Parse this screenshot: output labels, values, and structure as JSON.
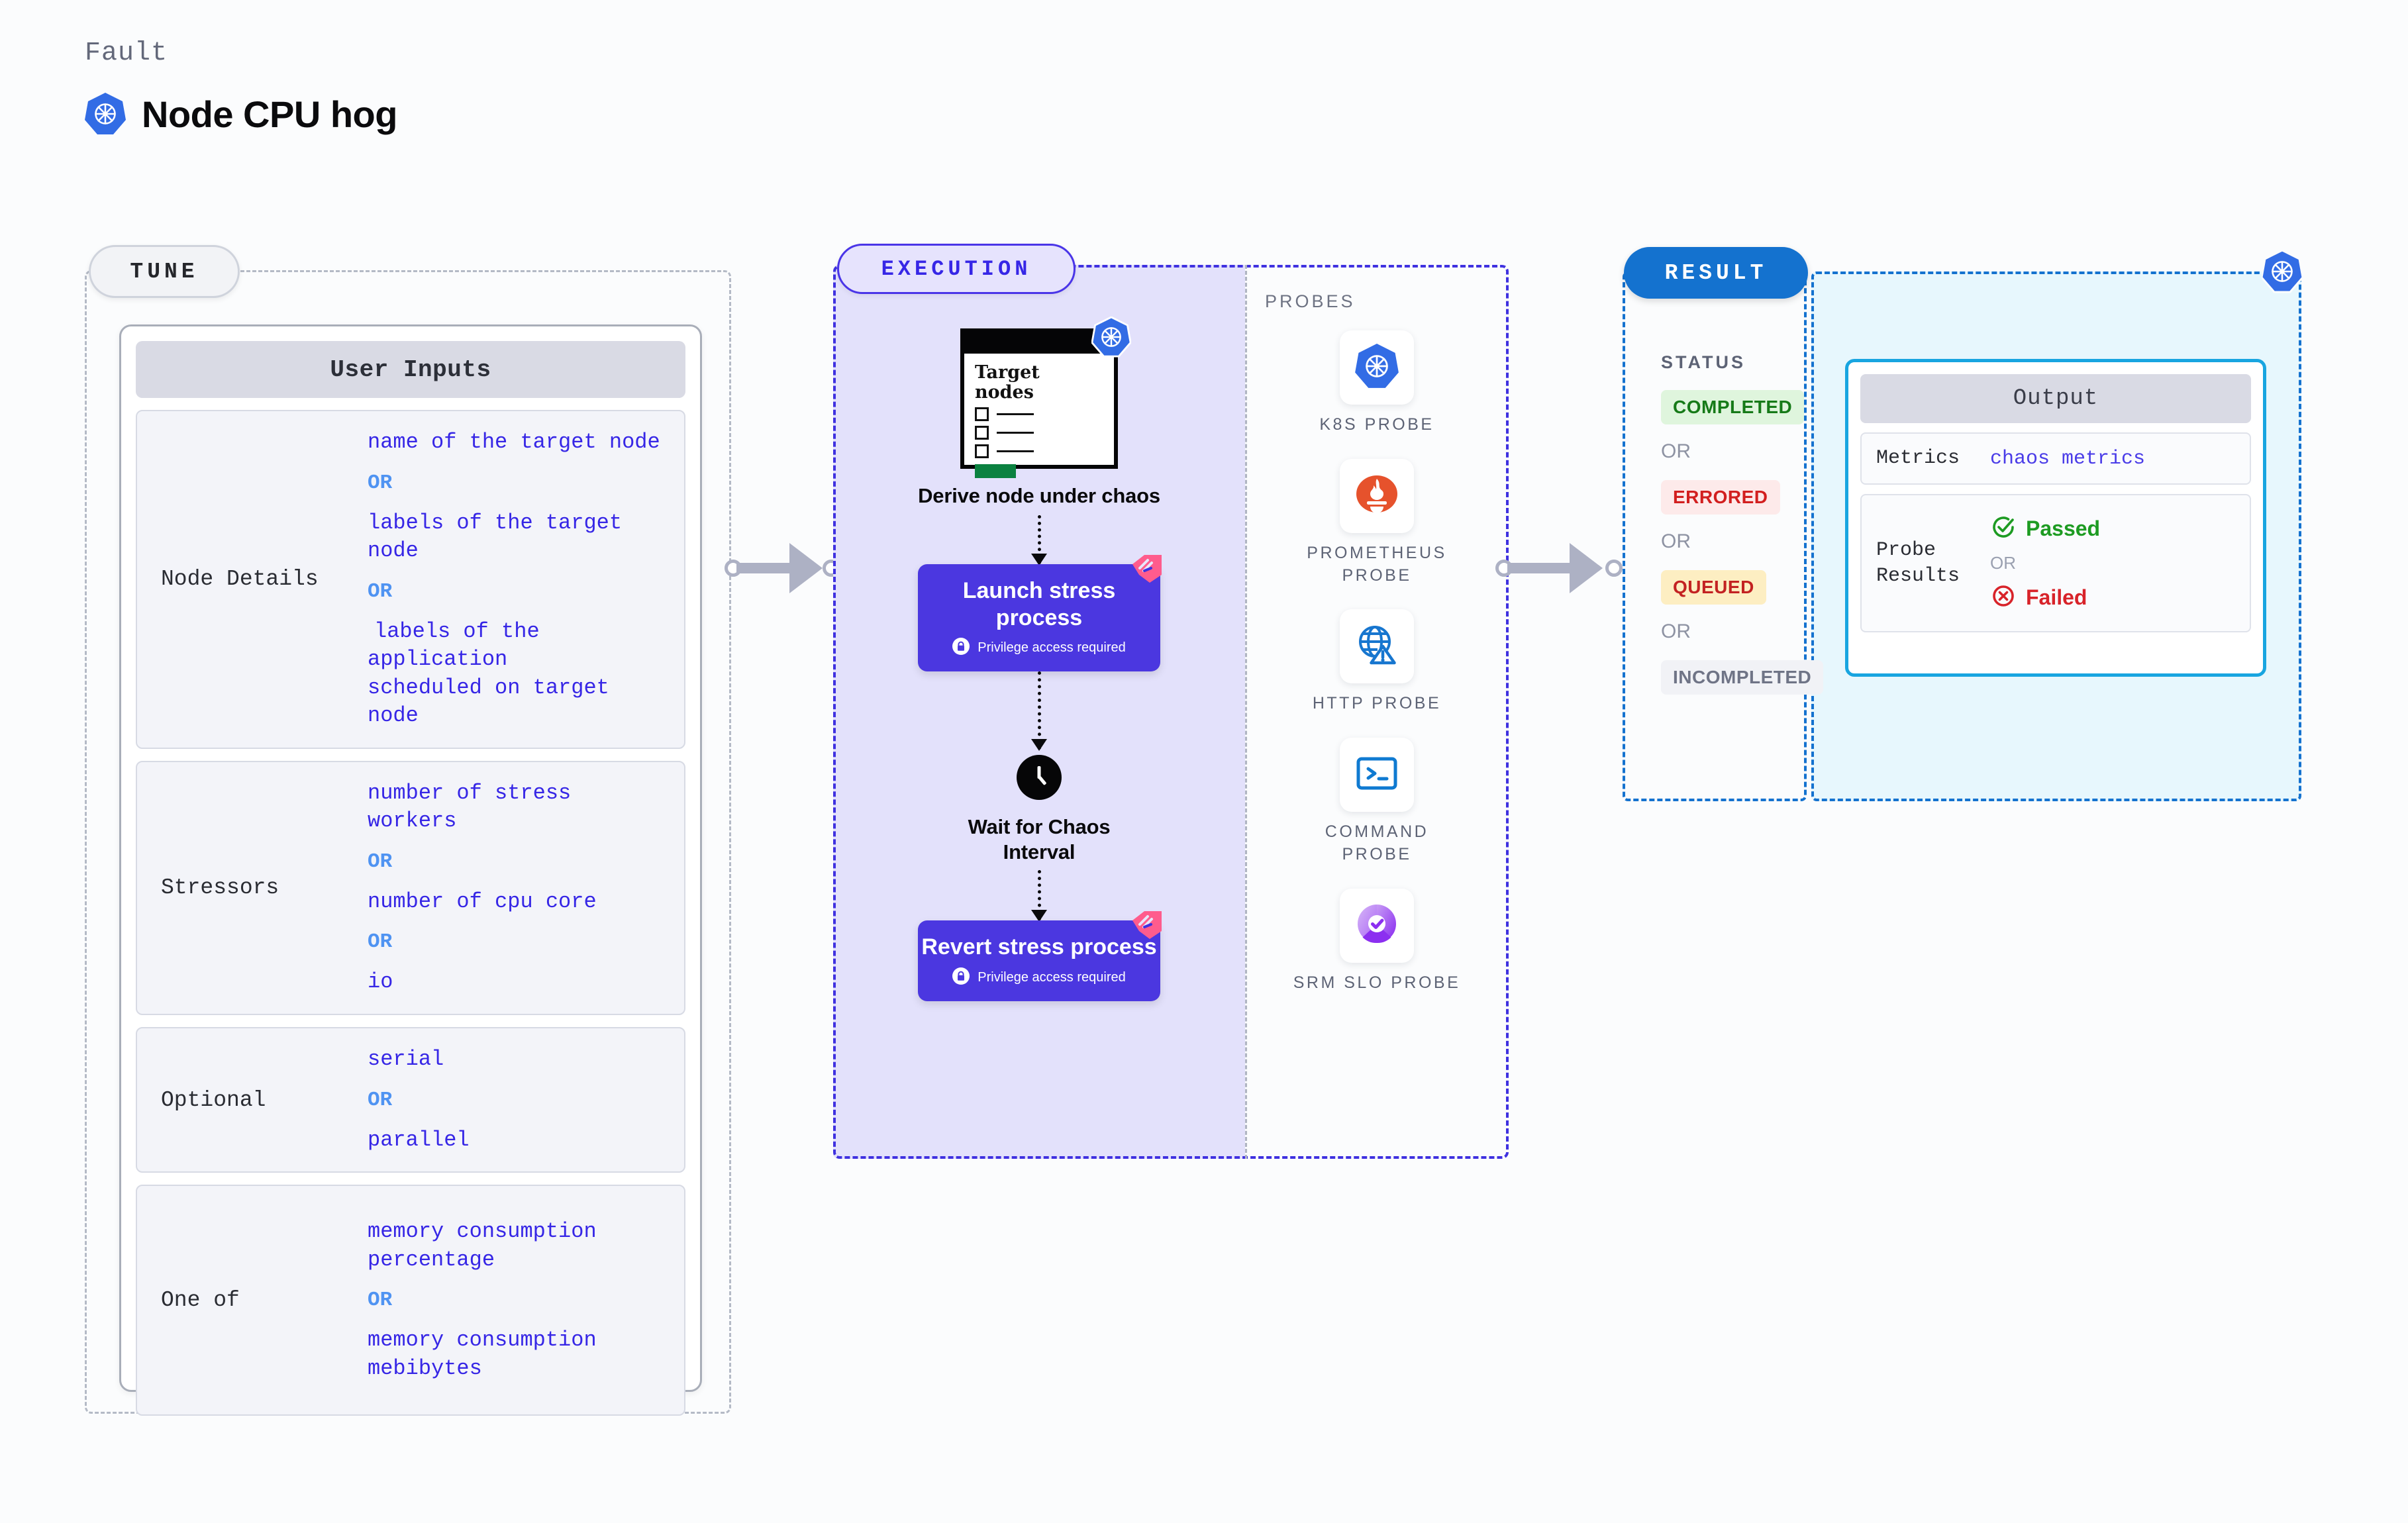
{
  "header": {
    "fault_label": "Fault",
    "title": "Node CPU hog",
    "icon": "kubernetes-icon"
  },
  "tune": {
    "pill_label": "TUNE",
    "card_title": "User Inputs",
    "groups": [
      {
        "label": "Node Details",
        "values": [
          "name of the target node",
          "labels of the target node",
          "labels of the application\n scheduled on target node"
        ],
        "separator": "OR"
      },
      {
        "label": "Stressors",
        "values": [
          "number of stress workers",
          "number of cpu core",
          "io"
        ],
        "separator": "OR"
      },
      {
        "label": "Optional",
        "values": [
          "serial",
          "parallel"
        ],
        "separator": "OR"
      },
      {
        "label": "One of",
        "values": [
          "memory consumption percentage",
          "memory consumption mebibytes"
        ],
        "separator": "OR"
      }
    ]
  },
  "execution": {
    "pill_label": "EXECUTION",
    "steps": [
      {
        "kind": "target-nodes-graphic",
        "graphic_title": "Target\nnodes",
        "caption": "Derive node under chaos",
        "badge": "kubernetes-icon"
      },
      {
        "kind": "process-box",
        "title": "Launch stress process",
        "subtitle": "Privilege access required",
        "sub_icon": "lock-icon",
        "badge": "harness-icon"
      },
      {
        "kind": "clock",
        "caption": "Wait for Chaos Interval",
        "icon": "clock-icon"
      },
      {
        "kind": "process-box",
        "title": "Revert stress process",
        "subtitle": "Privilege access required",
        "sub_icon": "lock-icon",
        "badge": "harness-icon"
      }
    ]
  },
  "probes": {
    "title": "PROBES",
    "items": [
      {
        "label": "K8S PROBE",
        "icon": "kubernetes-icon"
      },
      {
        "label": "PROMETHEUS PROBE",
        "icon": "prometheus-icon"
      },
      {
        "label": "HTTP PROBE",
        "icon": "globe-warning-icon"
      },
      {
        "label": "COMMAND PROBE",
        "icon": "terminal-icon"
      },
      {
        "label": "SRM SLO PROBE",
        "icon": "slo-check-icon"
      }
    ]
  },
  "result": {
    "pill_label": "RESULT",
    "status_title": "STATUS",
    "separator": "OR",
    "statuses": [
      {
        "label": "COMPLETED",
        "bg": "#dff5dd",
        "fg": "#167a18"
      },
      {
        "label": "ERRORED",
        "bg": "#fdeaea",
        "fg": "#d21f1f"
      },
      {
        "label": "QUEUED",
        "bg": "#fdeec2",
        "fg": "#c32222"
      },
      {
        "label": "INCOMPLETED",
        "bg": "#f1f2f6",
        "fg": "#6f7486"
      }
    ],
    "badge_icon": "kubernetes-icon",
    "output": {
      "title": "Output",
      "metrics_label": "Metrics",
      "metrics_value": "chaos metrics",
      "probe_results_label": "Probe Results",
      "passed_label": "Passed",
      "failed_label": "Failed",
      "separator": "OR",
      "passed_color": "#1d9b22",
      "failed_color": "#d8232a",
      "passed_icon": "check-circle-icon",
      "failed_icon": "x-circle-icon"
    }
  },
  "colors": {
    "tune_border": "#b4bac6",
    "execution_accent": "#3f31e0",
    "execution_fill": "#e3e1fb",
    "result_accent": "#1472cf",
    "output_fill": "#e7f7fd",
    "output_card_border": "#18a5e0",
    "process_box": "#4b37e0",
    "harness_pink": "#ff5c8d",
    "connector": "#adb1c4"
  }
}
